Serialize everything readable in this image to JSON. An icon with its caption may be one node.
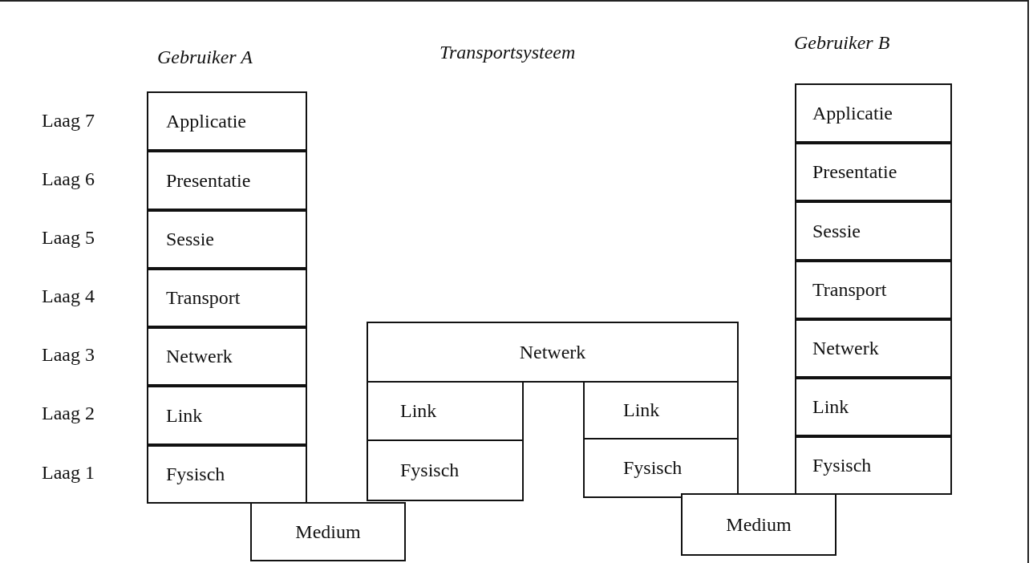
{
  "diagram": {
    "nodes": [
      {
        "text": [
          "Applicatie"
        ]
      },
      {
        "text": [
          "Presentatie"
        ]
      },
      {
        "text": [
          "Sessie"
        ]
      },
      {
        "text": [
          "Transport"
        ]
      },
      {
        "text": [
          "Netwerk"
        ]
      },
      {
        "text": [
          "Link"
        ]
      },
      {
        "text": [
          "Fysisch"
        ]
      },
      {
        "text": [
          "Netwerk"
        ]
      },
      {
        "text": [
          "Link"
        ]
      },
      {
        "text": [
          "Fysisch"
        ]
      },
      {
        "text": [
          "Link"
        ]
      },
      {
        "text": [
          "Fysisch"
        ]
      },
      {
        "text": [
          "Applicatie"
        ]
      },
      {
        "text": [
          "Presentatie"
        ]
      },
      {
        "text": [
          "Sessie"
        ]
      },
      {
        "text": [
          "Transport"
        ]
      },
      {
        "text": [
          "Netwerk"
        ]
      },
      {
        "text": [
          "Link"
        ]
      },
      {
        "text": [
          "Fysisch"
        ]
      },
      {
        "text": [
          "Medium"
        ]
      },
      {
        "text": [
          "Medium"
        ]
      }
    ],
    "labels": [
      "Gebruiker B",
      "Transportsysteem",
      "Gebruiker A",
      "Laag 7",
      "Laag 6",
      "Laag 5",
      "Laag 4",
      "Laag 3",
      "Laag 2",
      "Laag 1"
    ]
  }
}
